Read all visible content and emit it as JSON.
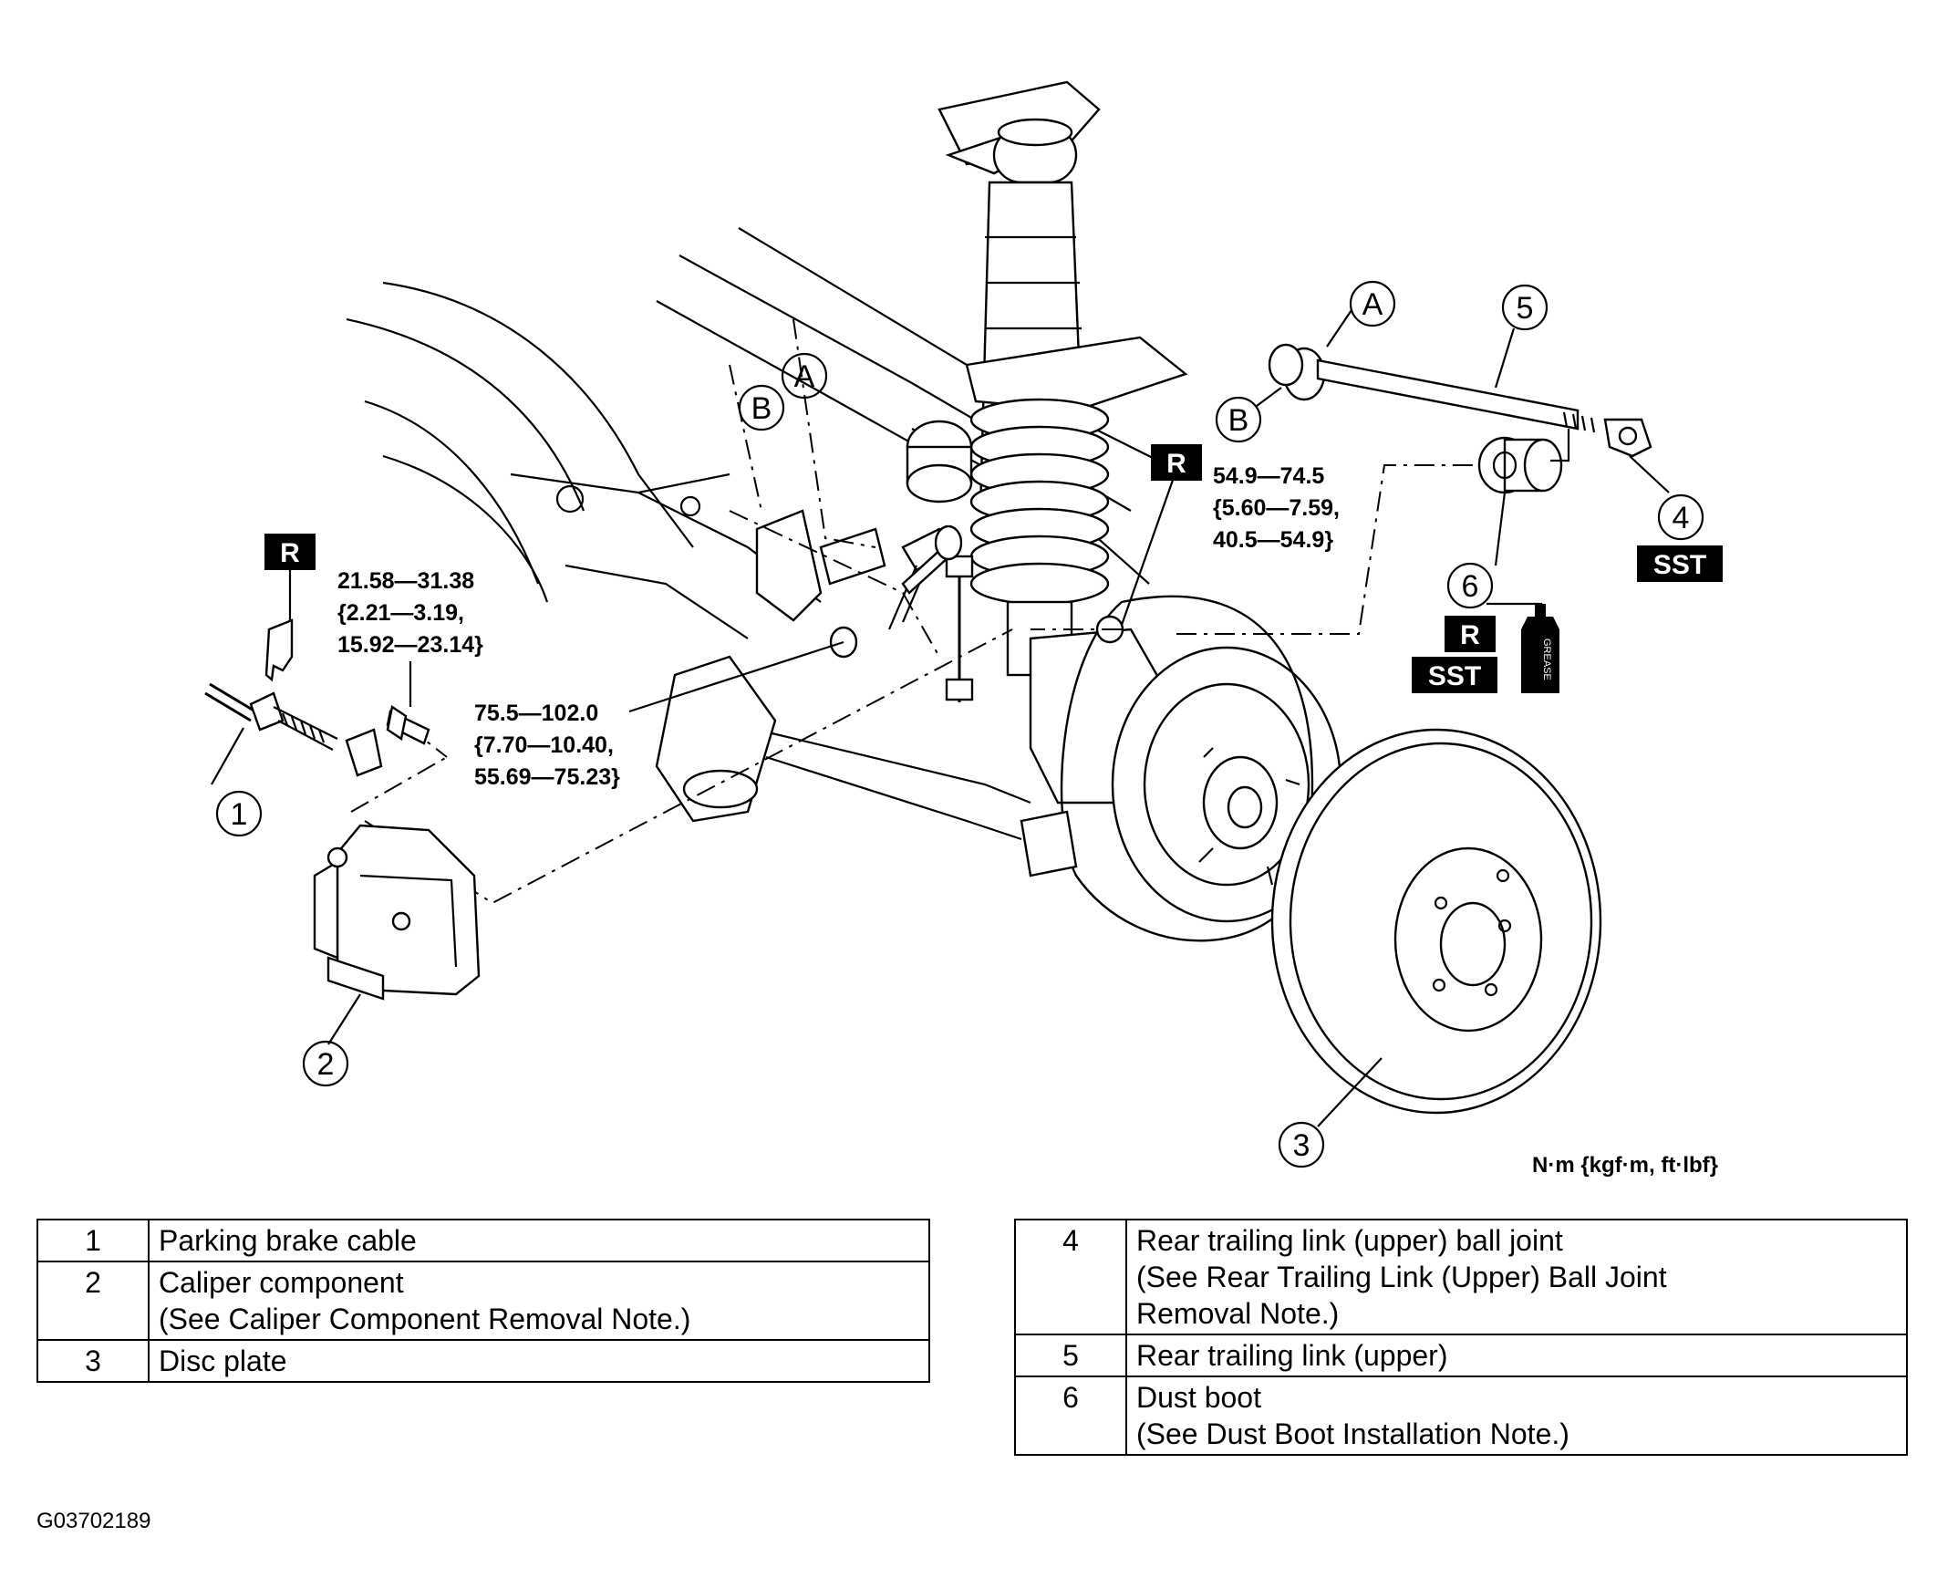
{
  "callouts": {
    "c1": "1",
    "c2": "2",
    "c3": "3",
    "c4": "4",
    "c5": "5",
    "c6": "6",
    "a_left": "A",
    "b_left": "B",
    "a_right": "A",
    "b_right": "B"
  },
  "tags": {
    "r_cable": "R",
    "r_mount": "R",
    "r_boot": "R",
    "sst_ball": "SST",
    "sst_boot": "SST",
    "grease": "GREASE"
  },
  "torques": {
    "caliper_bolt": [
      "21.58—31.38",
      "{2.21—3.19,",
      "15.92—23.14}"
    ],
    "knuckle_bolt": [
      "75.5—102.0",
      "{7.70—10.40,",
      "55.69—75.23}"
    ],
    "link_nut": [
      "54.9—74.5",
      "{5.60—7.59,",
      "40.5—54.9}"
    ]
  },
  "unit_note": "N·m {kgf·m, ft·lbf}",
  "legend_left": [
    {
      "num": "1",
      "lines": [
        "Parking brake cable"
      ]
    },
    {
      "num": "2",
      "lines": [
        "Caliper component",
        "(See Caliper Component Removal Note.)"
      ]
    },
    {
      "num": "3",
      "lines": [
        "Disc plate"
      ]
    }
  ],
  "legend_right": [
    {
      "num": "4",
      "lines": [
        "Rear trailing link (upper) ball joint",
        "(See Rear Trailing Link (Upper) Ball Joint",
        "Removal Note.)"
      ]
    },
    {
      "num": "5",
      "lines": [
        "Rear trailing link (upper)"
      ]
    },
    {
      "num": "6",
      "lines": [
        "Dust boot",
        "(See  Dust Boot Installation Note.)"
      ]
    }
  ],
  "figure_id": "G03702189"
}
